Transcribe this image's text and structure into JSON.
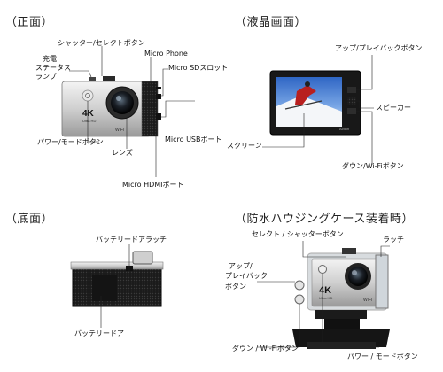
{
  "sections": {
    "front": "（正面）",
    "lcd": "（液晶画面）",
    "bottom": "（底面）",
    "housing": "（防水ハウジングケース装着時）"
  },
  "front_labels": {
    "shutter_select": "シャッター/セレクトボタン",
    "charge_status_lamp": [
      "充電",
      "ステータス",
      "ランプ"
    ],
    "micro_phone": "Micro Phone",
    "micro_sd_slot": "Micro SDスロット",
    "power_mode": "パワー/モードボタン",
    "lens": "レンズ",
    "micro_usb": "Micro USBポート",
    "micro_hdmi": "Micro HDMIポート"
  },
  "lcd_labels": {
    "up_playback": "アップ/プレイバックボタン",
    "speaker": "スピーカー",
    "screen": "スクリーン",
    "down_wifi": "ダウン/Wi-Fiボタン"
  },
  "bottom_labels": {
    "battery_latch": "バッテリードアラッチ",
    "battery_door": "バッテリードア"
  },
  "housing_labels": {
    "select_shutter": "セレクト / シャッターボタン",
    "latch": "ラッチ",
    "up_playback": [
      "アップ/",
      "プレイバック",
      "ボタン"
    ],
    "down_wifi": "ダウン / Wi-Fiボタン",
    "power_mode": "パワー / モードボタン"
  },
  "camera_text": {
    "model": "4K",
    "model_sub": "Ultra HD",
    "wifi": "WiFi"
  },
  "colors": {
    "body_silver": "#d9d9d9",
    "body_black": "#1a1a1a",
    "lens_ring": "#3a3a3a",
    "housing_clear": "#cfd6dc"
  }
}
